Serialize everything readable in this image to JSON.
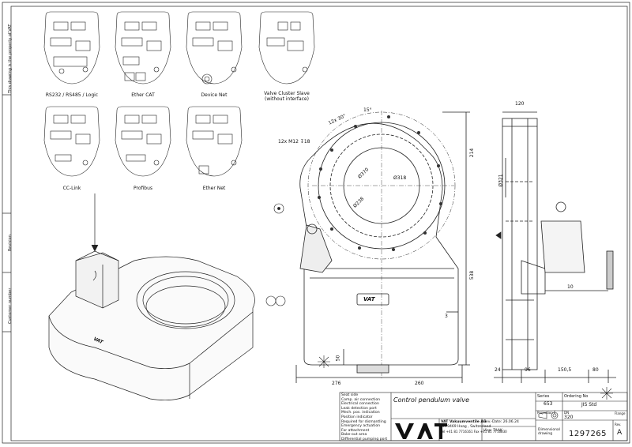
{
  "side_labels": {
    "property": "This drawing is the property of VAT",
    "revision": "Revision",
    "customer": "Customer number"
  },
  "interface_labels": {
    "rs232": "RS232 / RS485 / Logic",
    "ethercat": "Ether CAT",
    "devicenet": "Device Net",
    "cluster": "Valve Cluster Slave\n(without interface)",
    "cclink": "CC-Link",
    "profibus": "Profibus",
    "ethernet": "Ether Net"
  },
  "dimensions": {
    "holes": "12x M12 ↧18",
    "pitch": "12x 30°",
    "angle": "15°",
    "d370": "Ø370",
    "d318": "Ø318",
    "d238": "Ø238",
    "d321": "Ø321",
    "h214": "214",
    "h538": "538",
    "h50": "50",
    "d3": "3",
    "w276": "276",
    "w260": "260",
    "w120": "120",
    "w10": "10",
    "w24": "24",
    "w96": "96",
    "w150": "150,5",
    "w80": "80"
  },
  "logo": "VAT",
  "title_block": {
    "title": "Control pendulum valve",
    "series_label": "Series",
    "series": "653",
    "ordering_label": "Ordering No",
    "ordering": "JIS Std",
    "projection_label": "Projection E",
    "dn_label": "DN",
    "dn": "320",
    "flange_label": "Flange",
    "dim_label": "Dimensional\ndrawing",
    "drawing_no": "1297265",
    "rev_label": "Rev.",
    "rev": "A",
    "company": "VAT Vakuumventile AG",
    "address": "CH-9469 Haag , Switzerland",
    "phone": "Tel +41 81 7716161 Fax +41 81 7716830",
    "date": "Rev.-Date: 26.06.24",
    "visa": "Visa: TAAK"
  },
  "legend": [
    "Seat side",
    "Comp. air connection",
    "Electrical connection",
    "Leak detection port",
    "Mech. pos. indication",
    "Position indicator",
    "Required for dismantling",
    "Emergency actuation",
    "For attachment",
    "Bake-out area",
    "Differential pumping port"
  ]
}
